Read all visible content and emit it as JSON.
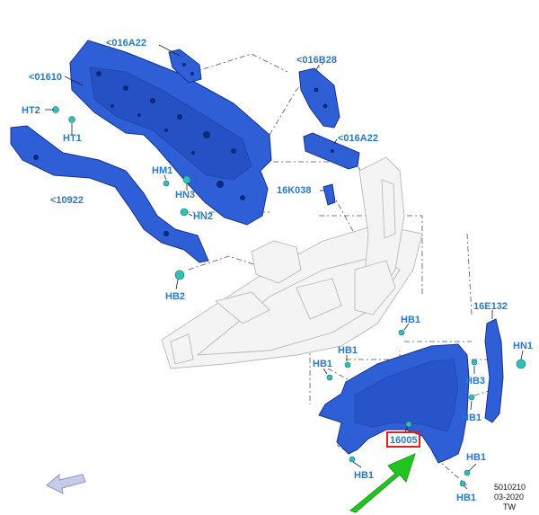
{
  "diagram": {
    "labels": {
      "dash_panel_insulator": "<016A22",
      "dash_panel": "<01610",
      "ht2": "HT2",
      "ht1": "HT1",
      "cowl_bracket": "<016B28",
      "cowl_insulator": "<016A22",
      "hm1": "HM1",
      "hn3": "HN3",
      "hn2": "HN2",
      "apron_rail": "<10922",
      "bracket_16k038": "16K038",
      "hb2": "HB2",
      "hb1_top": "HB1",
      "hb1_a": "HB1",
      "hb1_b": "HB1",
      "bracket_16e132": "16E132",
      "hn1": "HN1",
      "hb3": "HB3",
      "hb1_right": "HB1",
      "fender": "16005",
      "hb1_bottom_left": "HB1",
      "hb1_bottom_right_a": "HB1",
      "hb1_bottom_right_b": "HB1"
    },
    "reference": {
      "number": "5010210",
      "date": "03-2020",
      "code": "TW"
    },
    "colors": {
      "part_blue": "#2e5fd6",
      "label_blue": "#2a79c9",
      "highlight_box": "#e0201c",
      "pointer_arrow": "#22c51f",
      "fastener": "#31c0b8"
    },
    "icons": {
      "direction_arrow": "front-direction-arrow-icon",
      "pointer_arrow": "green-pointer-arrow-icon"
    }
  }
}
